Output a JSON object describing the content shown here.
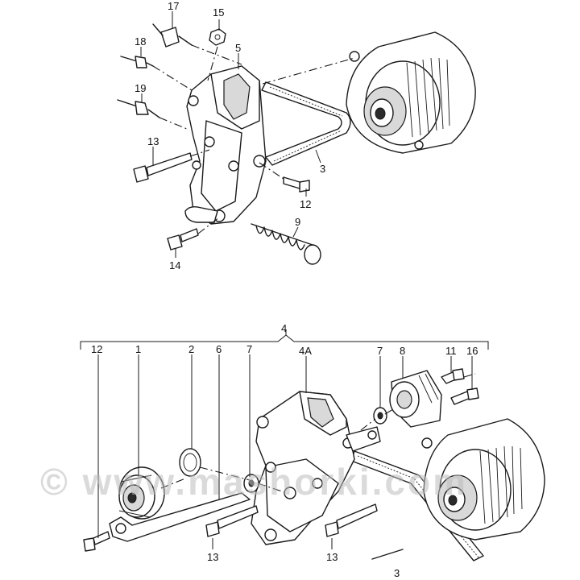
{
  "labels": {
    "top": {
      "l17": "17",
      "l15": "15",
      "l18": "18",
      "l5": "5",
      "l19": "19",
      "l13": "13",
      "l3": "3",
      "l12": "12",
      "l9": "9",
      "l14": "14"
    },
    "bottom": {
      "l4": "4",
      "l12": "12",
      "l1": "1",
      "l2": "2",
      "l6": "6",
      "l7a": "7",
      "l4A": "4A",
      "l7b": "7",
      "l8": "8",
      "l11": "11",
      "l16": "16",
      "l13a": "13",
      "l13b": "13",
      "l3": "3"
    }
  },
  "watermark": "© www.mashorki.com"
}
